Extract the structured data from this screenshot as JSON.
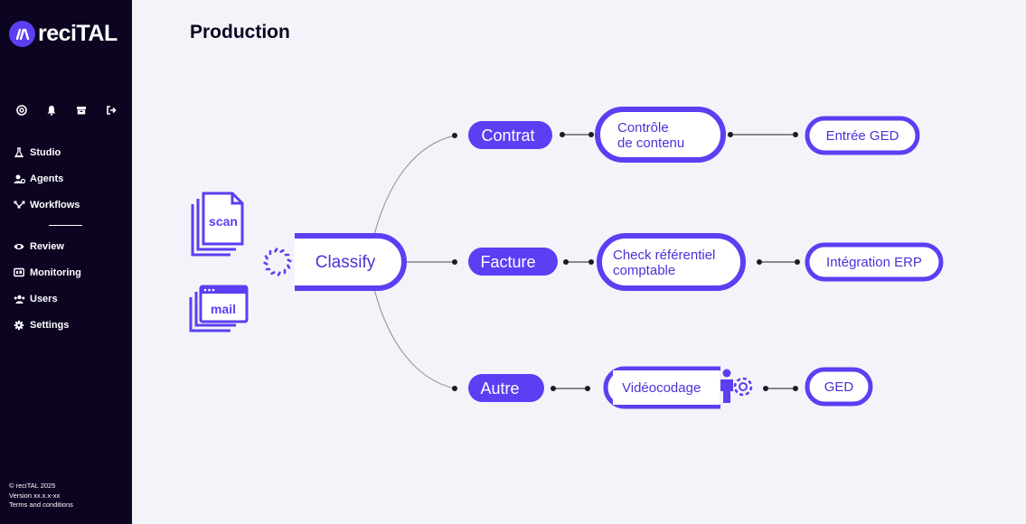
{
  "brand": {
    "name": "reciTAL",
    "accent": "#5a3ff3",
    "sidebar_bg": "#0c0421"
  },
  "sidebar": {
    "top_icons": [
      "help-icon",
      "bell-icon",
      "inbox-icon",
      "logout-icon"
    ],
    "nav_primary": [
      {
        "label": "Studio",
        "icon": "flask-icon"
      },
      {
        "label": "Agents",
        "icon": "agents-icon"
      },
      {
        "label": "Workflows",
        "icon": "workflow-icon"
      }
    ],
    "nav_secondary": [
      {
        "label": "Review",
        "icon": "eye-icon"
      },
      {
        "label": "Monitoring",
        "icon": "monitor-icon"
      },
      {
        "label": "Users",
        "icon": "users-icon"
      },
      {
        "label": "Settings",
        "icon": "gear-icon"
      }
    ],
    "footer": {
      "copyright": "© reciTAL 2025",
      "version": "Version xx.x.x-xx",
      "terms": "Terms and conditions"
    }
  },
  "page": {
    "title": "Production"
  },
  "flow": {
    "inputs": {
      "scan": "scan",
      "mail": "mail"
    },
    "classify": "Classify",
    "branches": [
      {
        "category": "Contrat",
        "step_lines": [
          "Contrôle",
          "de contenu"
        ],
        "output": "Entrée GED"
      },
      {
        "category": "Facture",
        "step_lines": [
          "Check référentiel",
          "comptable"
        ],
        "output": "Intégration ERP"
      },
      {
        "category": "Autre",
        "step_lines": [
          "Vidéocodage"
        ],
        "output": "GED"
      }
    ]
  }
}
